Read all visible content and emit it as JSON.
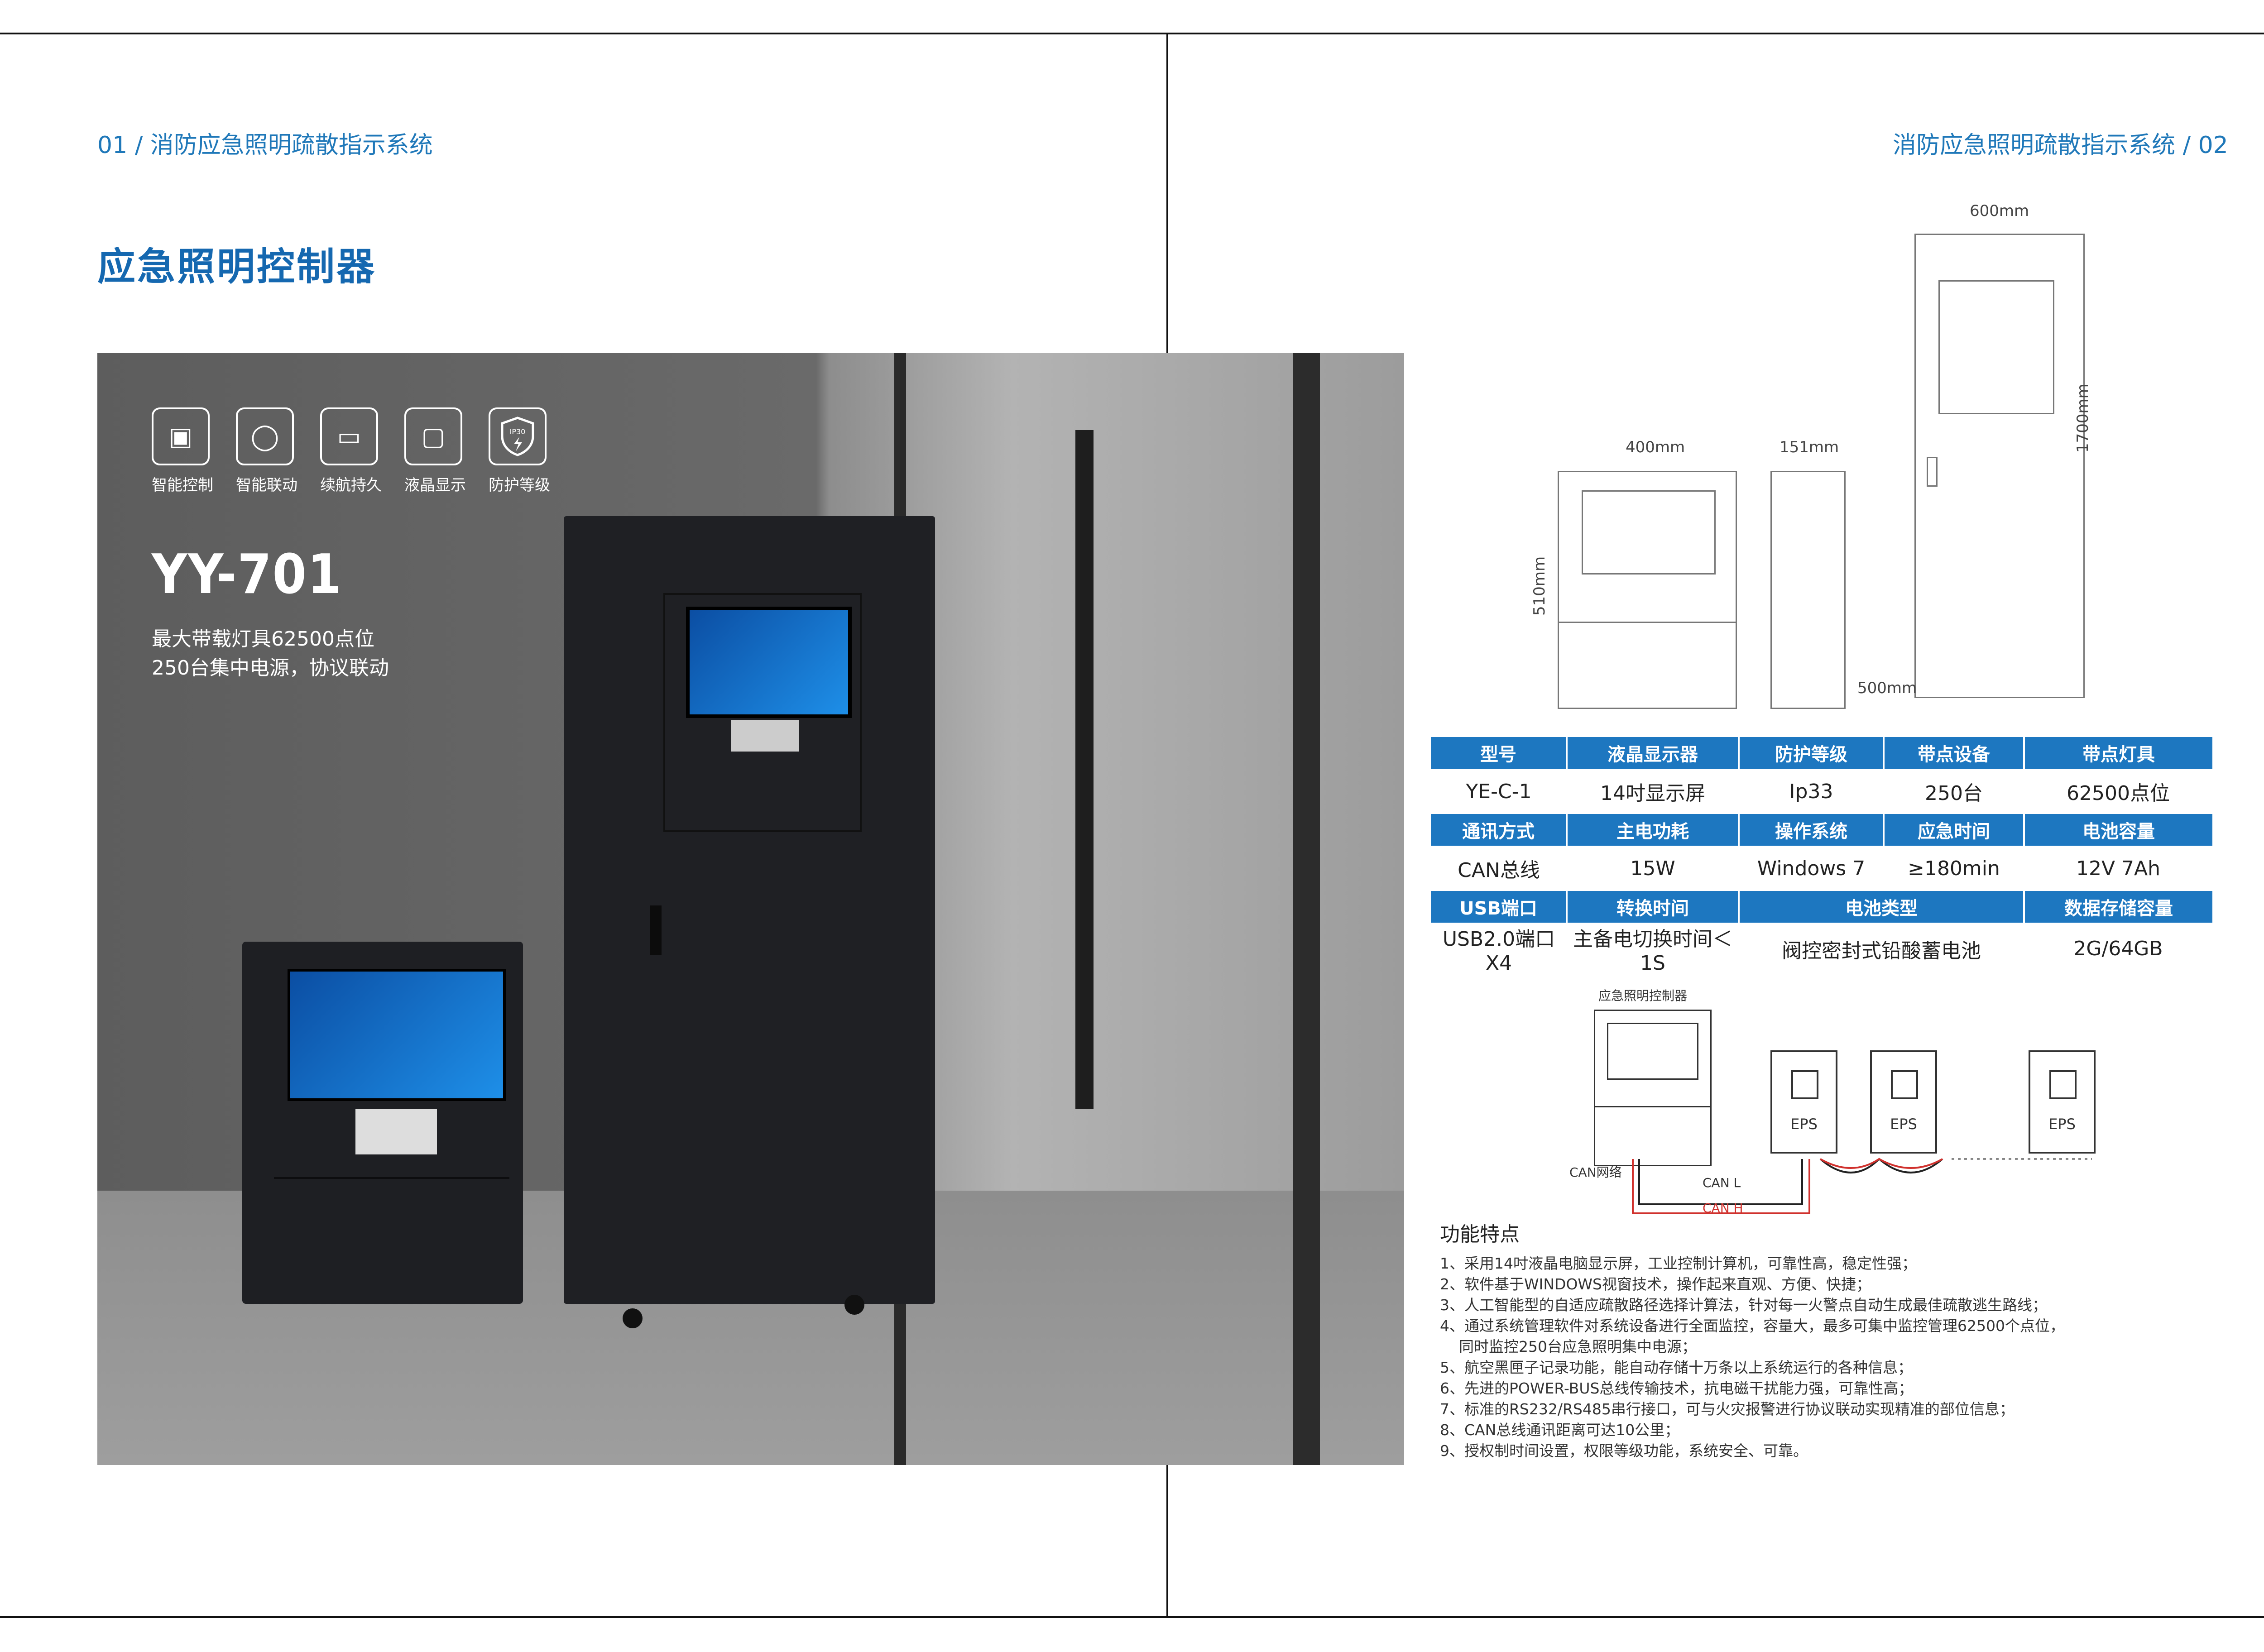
{
  "left_page": {
    "running_head": "01 / 消防应急照明疏散指示系统",
    "title": "应急照明控制器",
    "icons": [
      {
        "icon": "chip-icon",
        "label": "智能控制"
      },
      {
        "icon": "network-icon",
        "label": "智能联动"
      },
      {
        "icon": "battery-icon",
        "label": "续航持久"
      },
      {
        "icon": "monitor-icon",
        "label": "液晶显示"
      },
      {
        "icon": "shield-icon",
        "label": "防护等级"
      }
    ],
    "shield_text": "IP30",
    "model": "YY-701",
    "tagline": [
      "最大带载灯具62500点位",
      "250台集中电源，协议联动"
    ]
  },
  "right_page": {
    "running_head": "消防应急照明疏散指示系统 / 02",
    "dimensions": {
      "tall_width": "600mm",
      "tall_height": "1700mm",
      "tall_depth": "500mm",
      "wall_width": "400mm",
      "wall_depth": "151mm",
      "wall_height": "510mm"
    },
    "specs": {
      "header1": [
        "型号",
        "液晶显示器",
        "防护等级",
        "带点设备",
        "带点灯具"
      ],
      "row1": [
        "YE-C-1",
        "14吋显示屏",
        "Ip33",
        "250台",
        "62500点位"
      ],
      "header2": [
        "通讯方式",
        "主电功耗",
        "操作系统",
        "应急时间",
        "电池容量"
      ],
      "row2": [
        "CAN总线",
        "15W",
        "Windows 7",
        "≥180min",
        "12V 7Ah"
      ],
      "header3": [
        "USB端口",
        "转换时间",
        "电池类型",
        "数据存储容量"
      ],
      "row3": [
        "USB2.0端口X4",
        "主备电切换时间＜1S",
        "阀控密封式铅酸蓄电池",
        "2G/64GB"
      ]
    },
    "system_diagram": {
      "controller_label": "应急照明控制器",
      "eps_label": "EPS",
      "network_label": "CAN网络",
      "can_l": "CAN L",
      "can_h": "CAN H"
    },
    "features": {
      "heading": "功能特点",
      "items": [
        "1、采用14吋液晶电脑显示屏，工业控制计算机，可靠性高，稳定性强；",
        "2、软件基于WINDOWS视窗技术，操作起来直观、方便、快捷；",
        "3、人工智能型的自适应疏散路径选择计算法，针对每一火警点自动生成最佳疏散逃生路线；",
        "4、通过系统管理软件对系统设备进行全面监控，容量大，最多可集中监控管理62500个点位，",
        "    同时监控250台应急照明集中电源；",
        "5、航空黑匣子记录功能，能自动存储十万条以上系统运行的各种信息；",
        "6、先进的POWER-BUS总线传输技术，抗电磁干扰能力强，可靠性高；",
        "7、标准的RS232/RS485串行接口，可与火灾报警进行协议联动实现精准的部位信息；",
        "8、CAN总线通讯距离可达10公里；",
        "9、授权制时间设置，权限等级功能，系统安全、可靠。"
      ]
    },
    "colors": {
      "brand_blue": "#1d77c0",
      "can_h_red": "#d0312d"
    }
  }
}
